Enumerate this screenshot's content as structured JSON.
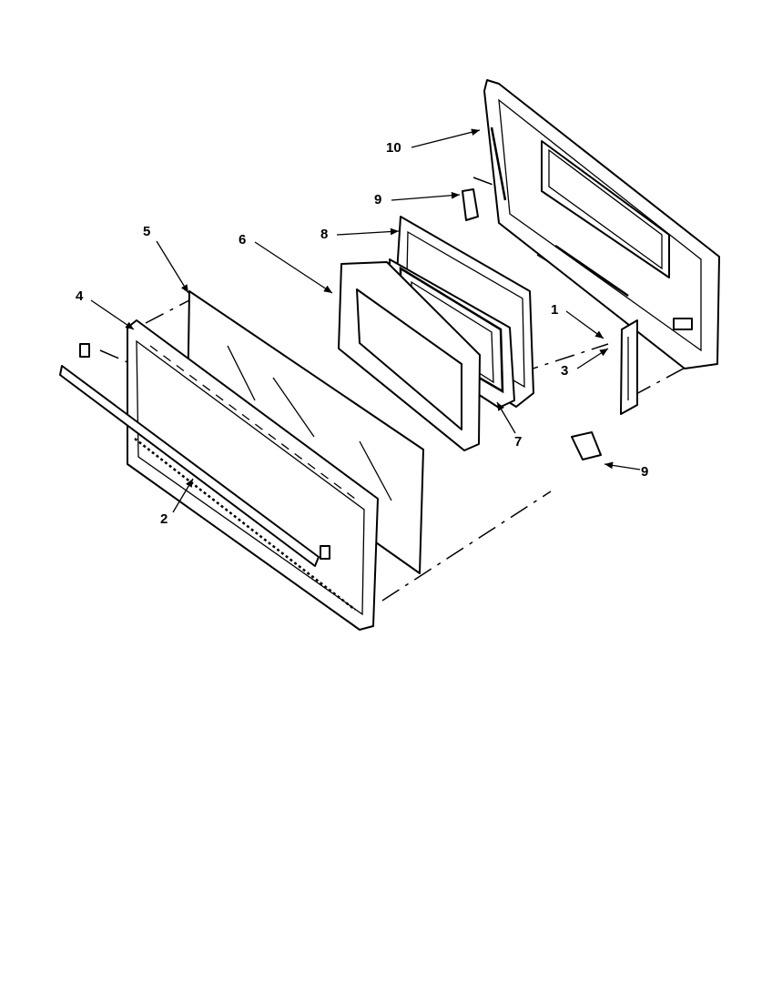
{
  "diagram": {
    "labels": {
      "part_1": "1",
      "part_2": "2",
      "part_3": "3",
      "part_4": "4",
      "part_5": "5",
      "part_6": "6",
      "part_7": "7",
      "part_8": "8",
      "part_9_upper": "9",
      "part_9_lower": "9",
      "part_10": "10"
    }
  }
}
